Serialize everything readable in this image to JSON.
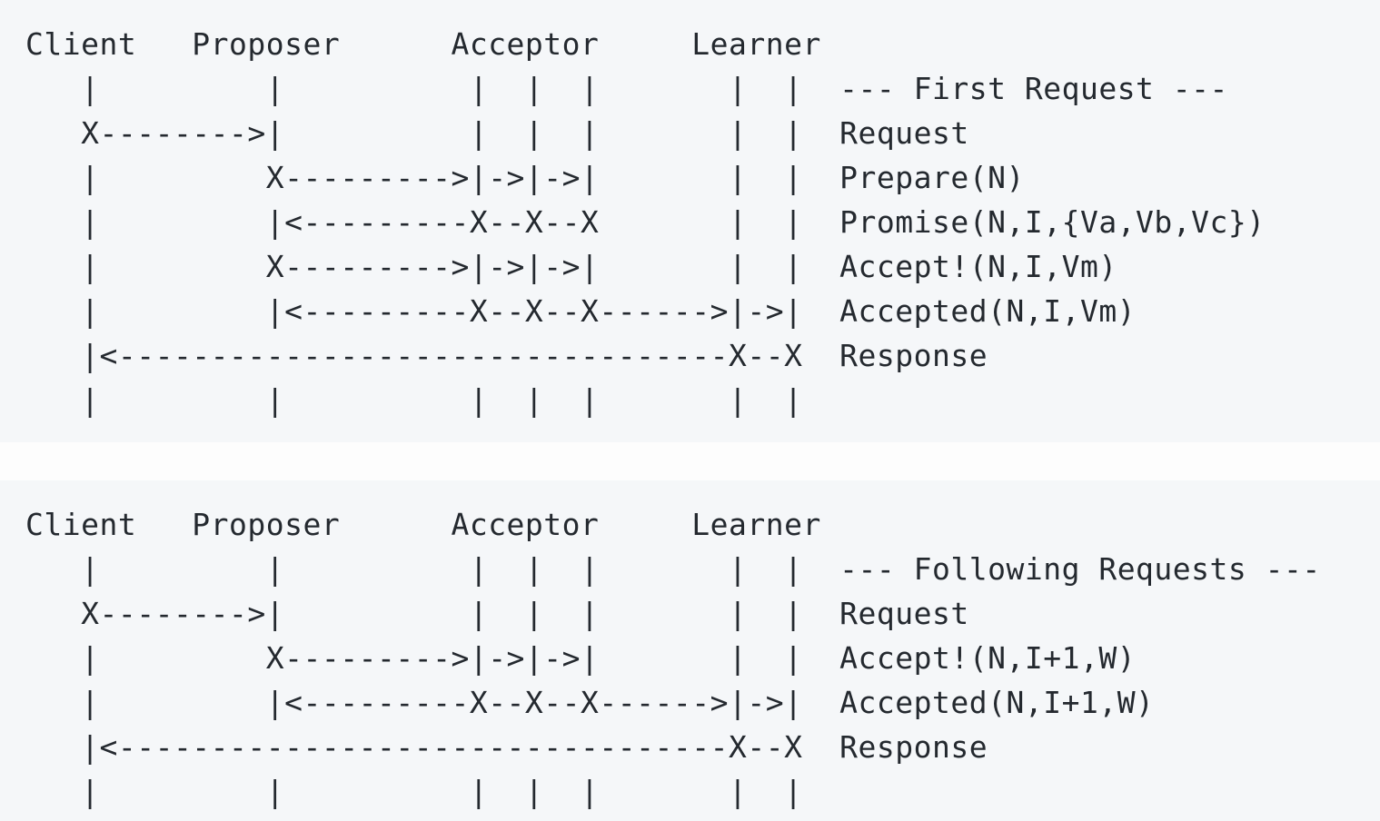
{
  "colors": {
    "page_background": "#fdfdfd",
    "block_background": "#f5f7f9",
    "text": "#24292f"
  },
  "diagrams": [
    {
      "id": "first-request",
      "annotation": "--- First Request ---",
      "participants": [
        "Client",
        "Proposer",
        "Acceptor",
        "Learner"
      ],
      "messages": [
        "Request",
        "Prepare(N)",
        "Promise(N,I,{Va,Vb,Vc})",
        "Accept!(N,I,Vm)",
        "Accepted(N,I,Vm)",
        "Response"
      ],
      "ascii": [
        "Client   Proposer      Acceptor     Learner",
        "   |         |          |  |  |       |  |  --- First Request ---",
        "   X-------->|          |  |  |       |  |  Request",
        "   |         X--------->|->|->|       |  |  Prepare(N)",
        "   |         |<---------X--X--X       |  |  Promise(N,I,{Va,Vb,Vc})",
        "   |         X--------->|->|->|       |  |  Accept!(N,I,Vm)",
        "   |         |<---------X--X--X------>|->|  Accepted(N,I,Vm)",
        "   |<---------------------------------X--X  Response",
        "   |         |          |  |  |       |  |"
      ]
    },
    {
      "id": "following-requests",
      "annotation": "--- Following Requests ---",
      "participants": [
        "Client",
        "Proposer",
        "Acceptor",
        "Learner"
      ],
      "messages": [
        "Request",
        "Accept!(N,I+1,W)",
        "Accepted(N,I+1,W)",
        "Response"
      ],
      "ascii": [
        "Client   Proposer      Acceptor     Learner",
        "   |         |          |  |  |       |  |  --- Following Requests ---",
        "   X-------->|          |  |  |       |  |  Request",
        "   |         X--------->|->|->|       |  |  Accept!(N,I+1,W)",
        "   |         |<---------X--X--X------>|->|  Accepted(N,I+1,W)",
        "   |<---------------------------------X--X  Response",
        "   |         |          |  |  |       |  |"
      ]
    }
  ]
}
